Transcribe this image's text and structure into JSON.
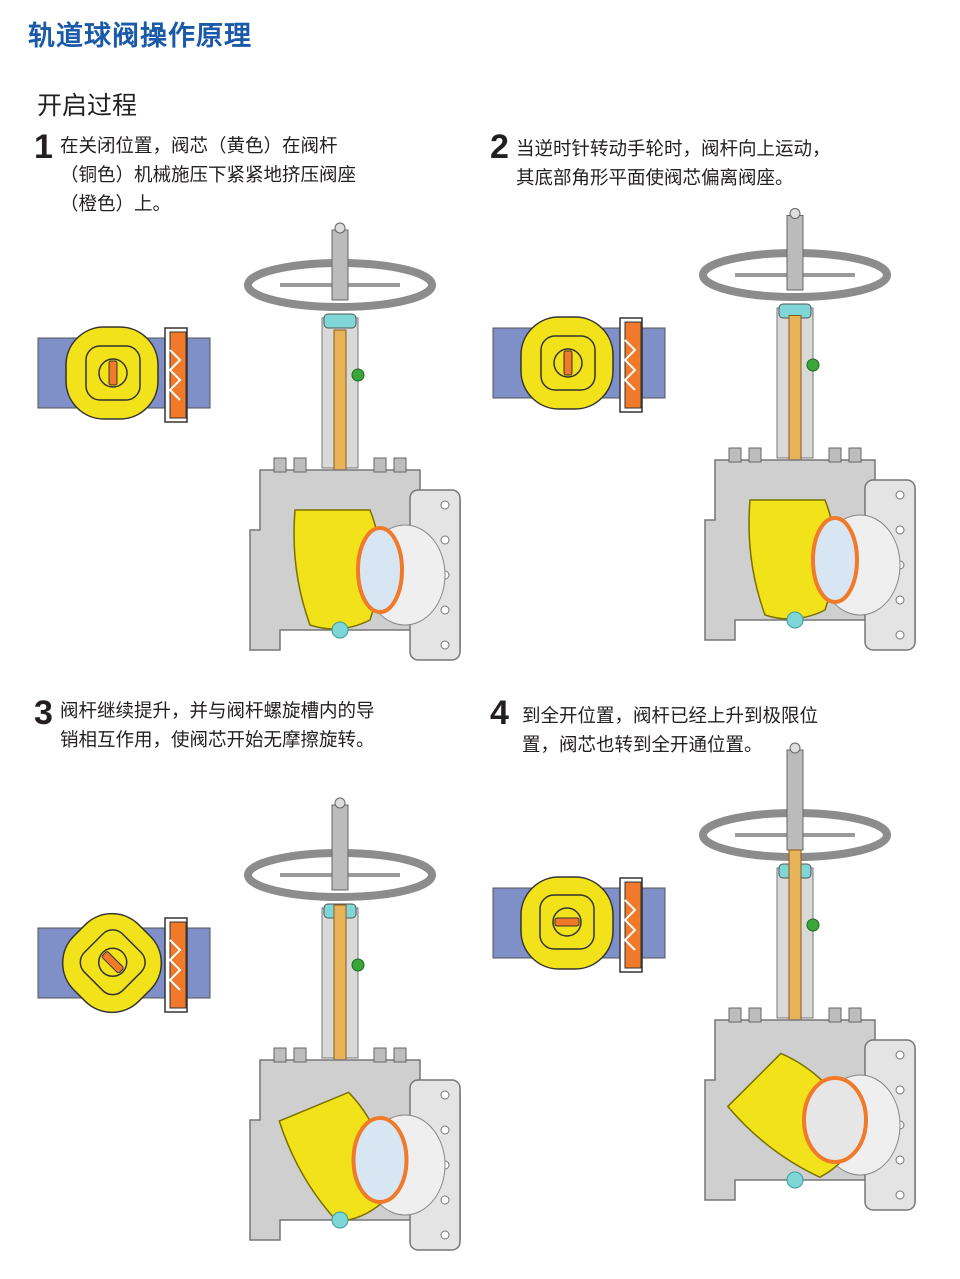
{
  "page": {
    "title": "轨道球阀操作原理",
    "subtitle": "开启过程"
  },
  "steps": [
    {
      "number": "1",
      "text": "在关闭位置，阀芯（黄色）在阀杆\n（铜色）机械施压下紧紧地挤压阀座\n（橙色）上。",
      "ball_rotation_deg": 0,
      "stem_raise": 0
    },
    {
      "number": "2",
      "text": "当逆时针转动手轮时，阀杆向上运动，\n其底部角形平面使阀芯偏离阀座。",
      "ball_rotation_deg": 0,
      "stem_raise": 0.15
    },
    {
      "number": "3",
      "text": "阀杆继续提升，并与阀杆螺旋槽内的导\n销相互作用，使阀芯开始无摩擦旋转。",
      "ball_rotation_deg": 45,
      "stem_raise": 0.5
    },
    {
      "number": "4",
      "text": "到全开位置，阀杆已经上升到极限位\n置，阀芯也转到全开通位置。",
      "ball_rotation_deg": 90,
      "stem_raise": 1
    }
  ],
  "colors": {
    "title": "#1a5aa8",
    "ball_yellow": "#f2e21a",
    "stem_copper": "#e8b45a",
    "seat_orange": "#f07a2a",
    "pipe_blue": "#7f8fc8",
    "body_gray": "#cfcfcf",
    "pin_green": "#3aa63a",
    "seal_cyan": "#7fd6d6"
  }
}
